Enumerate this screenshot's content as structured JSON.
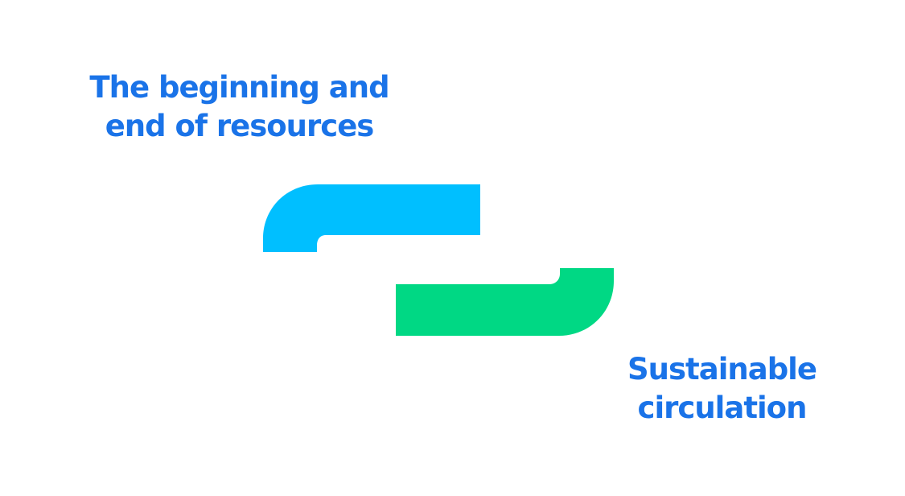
{
  "captions": {
    "top": {
      "line1": "The beginning and",
      "line2": "end of resources"
    },
    "bottom": {
      "line1": "Sustainable",
      "line2": "circulation"
    }
  },
  "colors": {
    "text": "#1a73e8",
    "shape_top": "#00bfff",
    "shape_bottom": "#00d884",
    "background": "#ffffff"
  },
  "icons": {
    "top_shape": "blue-curved-pipe-icon",
    "bottom_shape": "green-curved-pipe-icon"
  }
}
